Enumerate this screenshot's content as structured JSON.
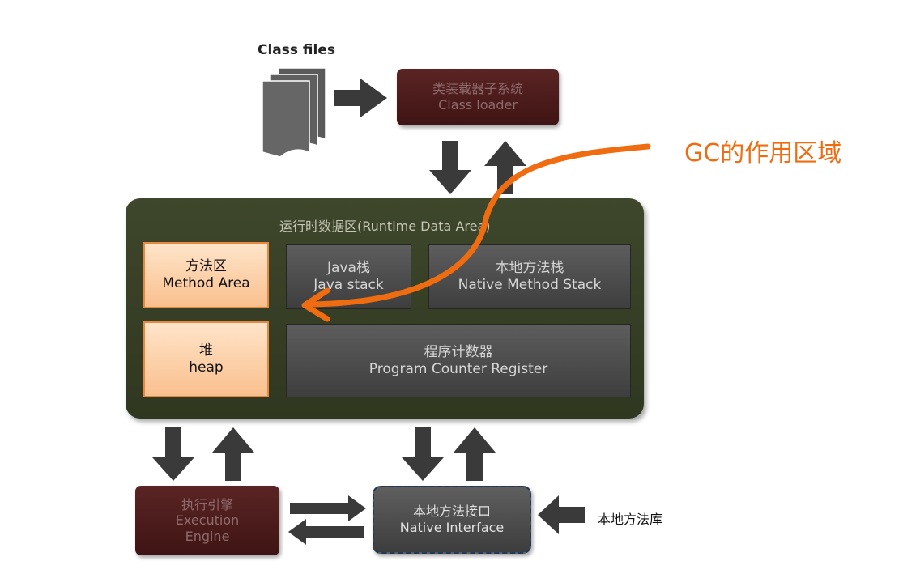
{
  "class_files": {
    "label": "Class files"
  },
  "class_loader": {
    "line1": "类装载器子系统",
    "line2": "Class loader"
  },
  "runtime_area": {
    "title": "运行时数据区(Runtime Data Area)"
  },
  "method_area": {
    "line1": "方法区",
    "line2": "Method Area"
  },
  "java_stack": {
    "line1": "Java栈",
    "line2": "Java stack"
  },
  "native_method_stack": {
    "line1": "本地方法栈",
    "line2": "Native Method Stack"
  },
  "heap": {
    "line1": "堆",
    "line2": "heap"
  },
  "pc_register": {
    "line1": "程序计数器",
    "line2": "Program Counter Register"
  },
  "execution_engine": {
    "line1": "执行引擎",
    "line2": "Execution",
    "line3": "Engine"
  },
  "native_interface": {
    "line1": "本地方法接口",
    "line2": "Native Interface"
  },
  "native_library": {
    "label": "本地方法库"
  },
  "gc_annotation": {
    "label": "GC的作用区域",
    "color": "#f06c10"
  },
  "colors": {
    "maroon_box": "#4a1c1c",
    "runtime_area": "#36402a",
    "orange_box": "#f9c08e",
    "grey_box": "#4a4a4a",
    "arrow": "#3a3a3a"
  }
}
